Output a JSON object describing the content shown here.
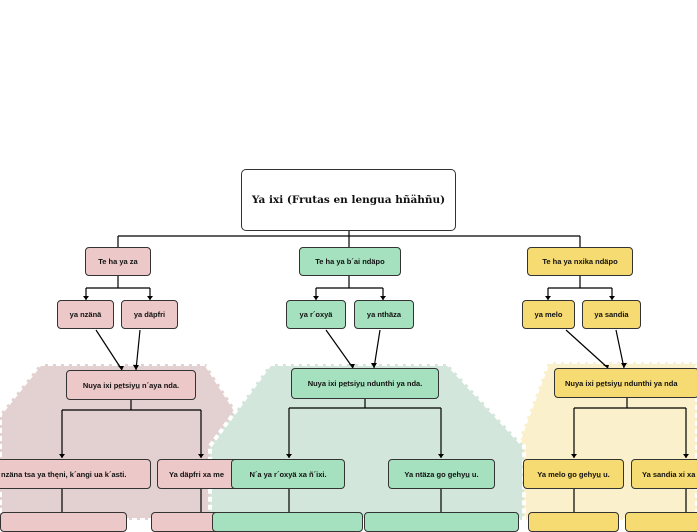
{
  "root": {
    "label": "Ya ixi (Frutas en lengua hñähñu)"
  },
  "colors": {
    "pink": "#ecc8c8",
    "green": "#a5e1be",
    "yellow": "#f6da72",
    "pink_region": "#e3d1d1",
    "green_region": "#d3e6dc",
    "yellow_region": "#faf1cc",
    "line": "#000000"
  },
  "branches": [
    {
      "category": "Te ha ya za",
      "fruits": [
        "ya nzänä",
        "ya däpfri"
      ],
      "process": "Nuya ixi pe̲tsiyu̲ n´aya nda.",
      "examples": [
        "nzäna tsa ya thęni, k´angi ua k´asti.",
        "Ya däpfri xa me"
      ]
    },
    {
      "category": "Te ha ya b´ai ndäpo",
      "fruits": [
        "ya r´oxyä",
        "ya nthäza"
      ],
      "process": "Nuya ixi pe̲tsiyu̲ ndunthi ya nda.",
      "examples": [
        "N´a ya r´oxyä xa ñ´ixi.",
        "Ya ntäza go gehyu̲ u."
      ]
    },
    {
      "category": "Te ha ya nxika ndäpo",
      "fruits": [
        "ya melo",
        "ya sandia"
      ],
      "process": "Nuya ixi pe̲tsiyu̲ ndunthi ya nda",
      "examples": [
        "Ya melo go gehyu̲ u.",
        "Ya sandia xi xa"
      ]
    }
  ]
}
